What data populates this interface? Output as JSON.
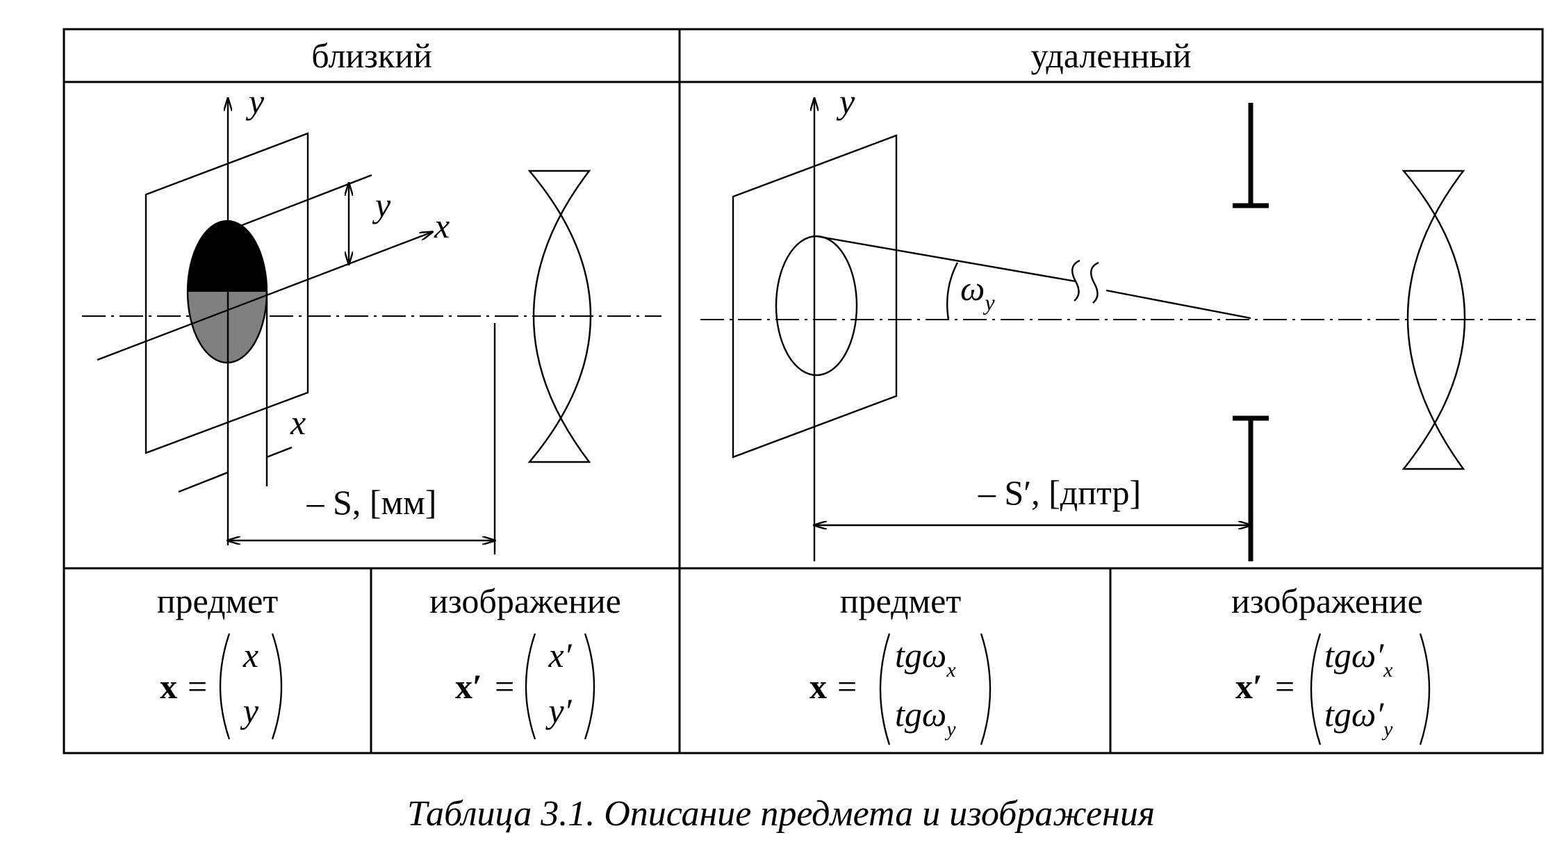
{
  "header": {
    "near": "близкий",
    "far": "удаленный"
  },
  "near": {
    "axis_y": "y",
    "axis_x": "x",
    "dim_y": "y",
    "dim_x": "x",
    "distance": "– S, [мм]"
  },
  "far": {
    "axis_y": "y",
    "angle": "ω",
    "angle_sub": "y",
    "distance": "– S′, [дптр]"
  },
  "rows": {
    "near_object": {
      "title": "предмет",
      "var": "x",
      "eq": "=",
      "top": "x",
      "bottom": "y"
    },
    "near_image": {
      "title": "изображение",
      "var": "x′",
      "eq": "=",
      "top": "x′",
      "bottom": "y′"
    },
    "far_object": {
      "title": "предмет",
      "var": "x",
      "eq": "=",
      "top": "tgω",
      "top_sub": "x",
      "bottom": "tgω",
      "bottom_sub": "y"
    },
    "far_image": {
      "title": "изображение",
      "var": "x′",
      "eq": "=",
      "top": "tgω′",
      "top_sub": "x",
      "bottom": "tgω′",
      "bottom_sub": "y"
    }
  },
  "caption": "Таблица 3.1. Описание предмета и изображения",
  "colors": {
    "lines": "#000000",
    "object_dark": "#000000",
    "object_gray": "#808080",
    "background": "#ffffff"
  }
}
